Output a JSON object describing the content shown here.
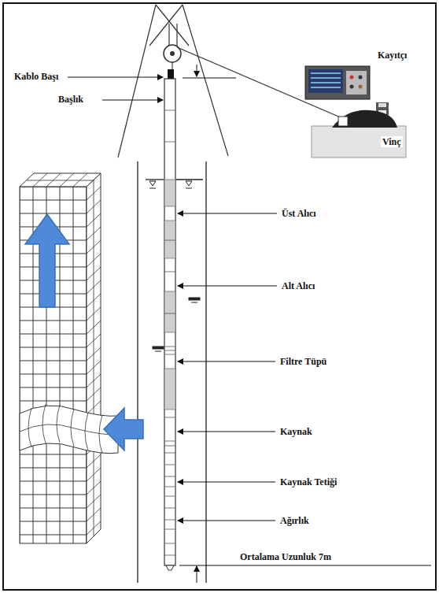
{
  "diagram": {
    "labels": [
      "Kablo Başı",
      "Başlık",
      "Kayıtçı",
      "Vinç",
      "Üst Alıcı",
      "Alt Alıcı",
      "Filtre Tüpü",
      "Kaynak",
      "Kaynak Tetiği",
      "Ağırlık",
      "Ortalama Uzunluk 7m"
    ]
  }
}
